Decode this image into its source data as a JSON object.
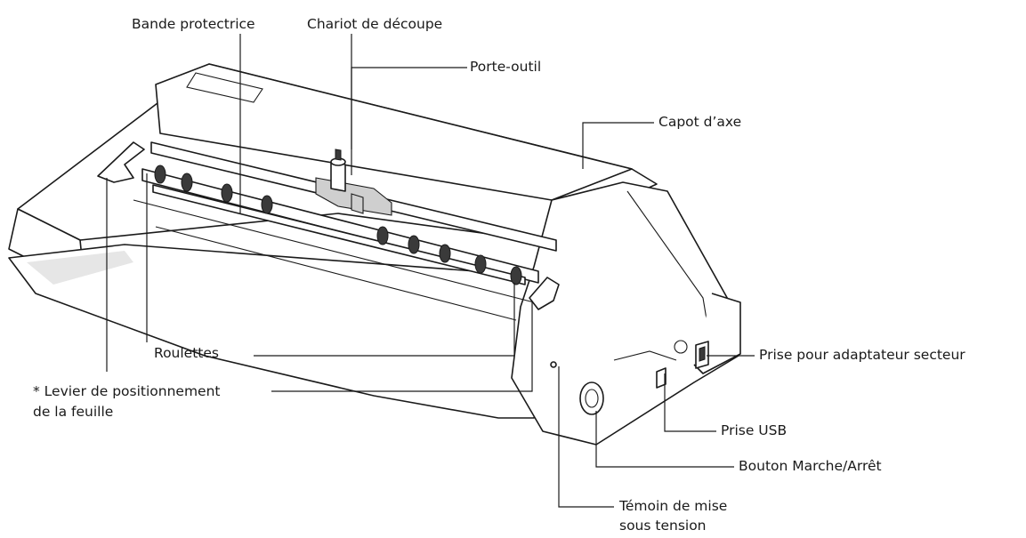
{
  "labels": {
    "bande_protectrice": "Bande protectrice",
    "chariot_de_decoupe": "Chariot de découpe",
    "porte_outil": "Porte-outil",
    "capot_daxe": "Capot d’axe",
    "roulettes": "Roulettes",
    "levier_line1": "* Levier de positionnement",
    "levier_line2": "de la feuille",
    "prise_adaptateur": "Prise pour adaptateur secteur",
    "prise_usb": "Prise USB",
    "bouton_marche": "Bouton Marche/Arrêt",
    "temoin_line1": "Témoin de mise",
    "temoin_line2": "sous tension"
  }
}
